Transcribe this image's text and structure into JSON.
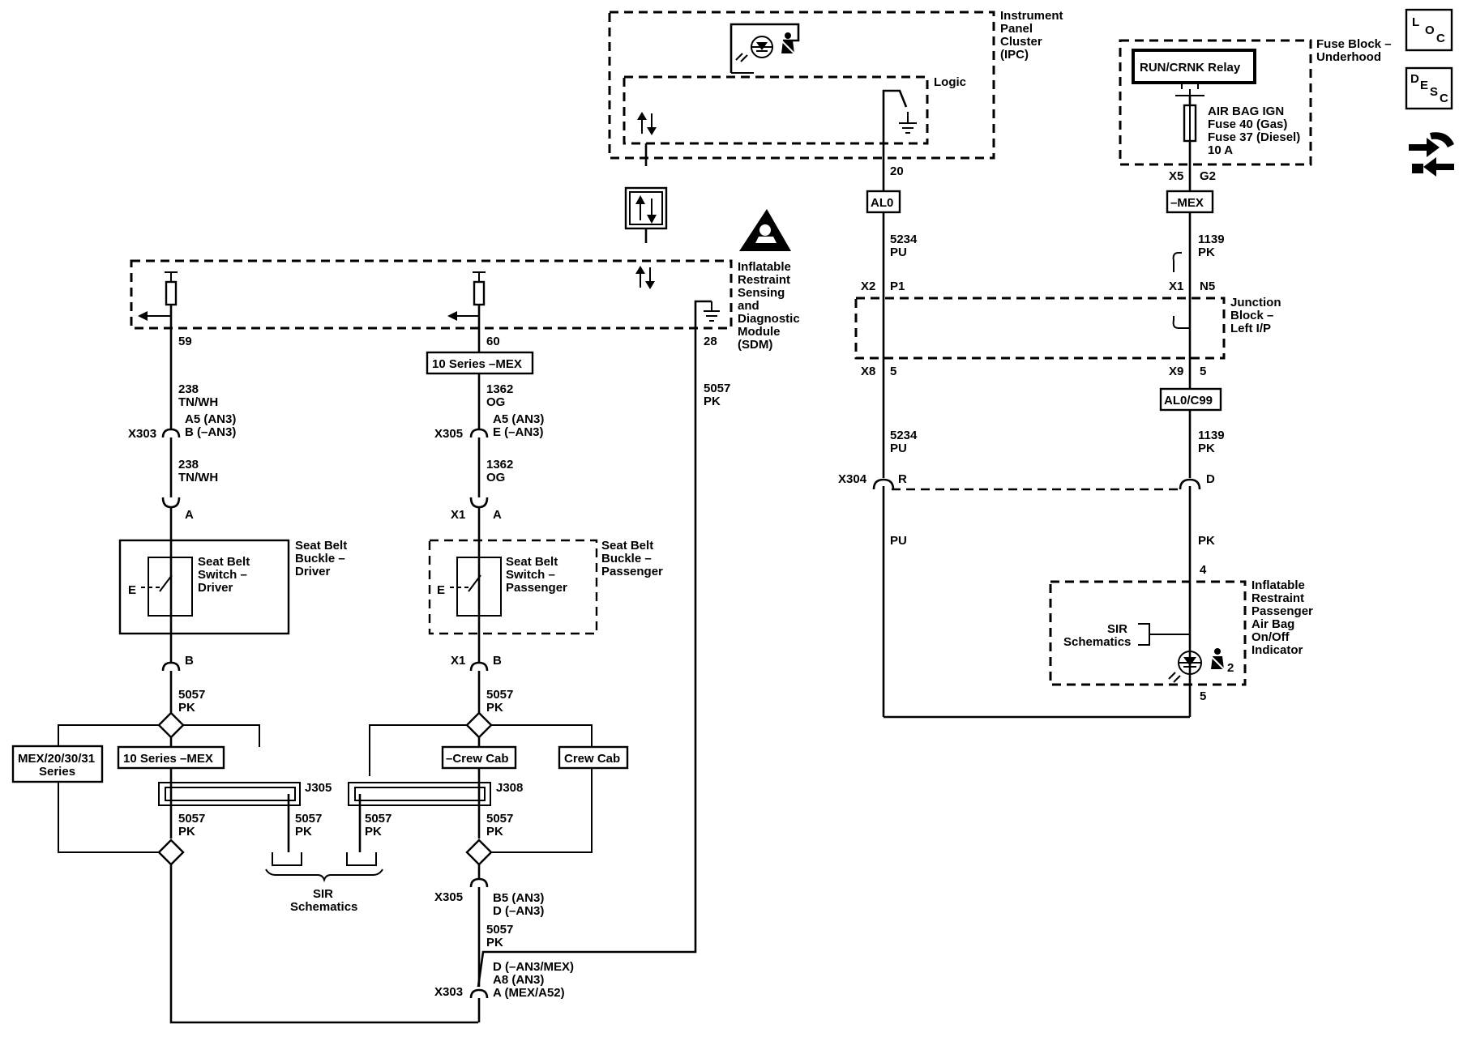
{
  "modules": {
    "ipc": [
      "Instrument",
      "Panel",
      "Cluster",
      "(IPC)"
    ],
    "logic": "Logic",
    "sdm": [
      "Inflatable",
      "Restraint",
      "Sensing",
      "and",
      "Diagnostic",
      "Module",
      "(SDM)"
    ],
    "fuse_block": [
      "Fuse Block –",
      "Underhood"
    ],
    "junction_block": [
      "Junction",
      "Block –",
      "Left I/P"
    ],
    "indicator": [
      "Inflatable",
      "Restraint",
      "Passenger",
      "Air Bag",
      "On/Off",
      "Indicator"
    ],
    "driver_buckle": [
      "Seat Belt",
      "Buckle –",
      "Driver"
    ],
    "driver_switch": [
      "Seat Belt",
      "Switch –",
      "Driver"
    ],
    "passenger_buckle": [
      "Seat Belt",
      "Buckle –",
      "Passenger"
    ],
    "passenger_switch": [
      "Seat Belt",
      "Switch –",
      "Passenger"
    ]
  },
  "relay_label": "RUN/CRNK Relay",
  "fuse_info": [
    "AIR BAG IGN",
    "Fuse 40 (Gas)",
    "Fuse 37 (Diesel)",
    "10 A"
  ],
  "option_boxes": {
    "al0": "AL0",
    "mex_top": "–MEX",
    "al0_c99": "AL0/C99",
    "series10_mex_top": "10 Series –MEX",
    "mex_series": [
      "MEX/20/30/31",
      "Series"
    ],
    "series10_mex_bottom": "10 Series –MEX",
    "no_crew_cab": "–Crew Cab",
    "crew_cab": "Crew Cab"
  },
  "pins": {
    "ipc_20": "20",
    "sdm_59": "59",
    "sdm_60": "60",
    "sdm_28": "28",
    "fuse_x5": "X5",
    "fuse_g2": "G2",
    "jb_x2": "X2",
    "jb_p1": "P1",
    "jb_x1": "X1",
    "jb_n5": "N5",
    "jb_x8": "X8",
    "jb_5a": "5",
    "jb_x9": "X9",
    "jb_5b": "5",
    "x304": "X304",
    "x304_r": "R",
    "x304_d": "D",
    "ind_4": "4",
    "ind_5": "5",
    "d_x303": "X303",
    "d_a5": "A5 (AN3)",
    "d_b": "B (–AN3)",
    "d_pin_a": "A",
    "d_pin_b": "B",
    "p_x305": "X305",
    "p_a5": "A5 (AN3)",
    "p_e": "E (–AN3)",
    "p_x1a": "X1",
    "p_pin_a": "A",
    "p_x1b": "X1",
    "p_pin_b": "B",
    "j305": "J305",
    "j308": "J308",
    "x305_bottom": "X305",
    "x305_b5": "B5 (AN3)",
    "x305_d": "D (–AN3)",
    "x303_bottom": "X303",
    "x303_d": "D (–AN3/MEX)",
    "x303_a8": "A8 (AN3)",
    "x303_a": "A (MEX/A52)",
    "ind_2": "2"
  },
  "wires": {
    "w5234a": [
      "5234",
      "PU"
    ],
    "w1139a": [
      "1139",
      "PK"
    ],
    "w5234b": [
      "5234",
      "PU"
    ],
    "w1139b": [
      "1139",
      "PK"
    ],
    "pu": "PU",
    "pk": "PK",
    "w238a": [
      "238",
      "TN/WH"
    ],
    "w238b": [
      "238",
      "TN/WH"
    ],
    "w1362a": [
      "1362",
      "OG"
    ],
    "w1362b": [
      "1362",
      "OG"
    ],
    "w5057_sdm": [
      "5057",
      "PK"
    ],
    "w5057_d": [
      "5057",
      "PK"
    ],
    "w5057_p": [
      "5057",
      "PK"
    ],
    "w5057_dl": [
      "5057",
      "PK"
    ],
    "w5057_dr": [
      "5057",
      "PK"
    ],
    "w5057_pl": [
      "5057",
      "PK"
    ],
    "w5057_pr": [
      "5057",
      "PK"
    ],
    "w5057_bottom": [
      "5057",
      "PK"
    ]
  },
  "sir_schematics": [
    "SIR",
    "Schematics"
  ],
  "sir_schematics_ind": [
    "SIR",
    "Schematics"
  ],
  "nav": {
    "loc": [
      "L",
      "O",
      "C"
    ],
    "desc": [
      "D",
      "E",
      "S",
      "C"
    ]
  },
  "icons": {
    "nav_loc": "loc-icon",
    "nav_desc": "desc-icon",
    "nav_connector": "connector-end-view-icon",
    "warning": "airbag-warning-icon",
    "seatbelt": "seatbelt-icon",
    "passenger": "passenger-airbag-icon",
    "ground": "ground-icon",
    "data_link": "serial-data-icon"
  }
}
